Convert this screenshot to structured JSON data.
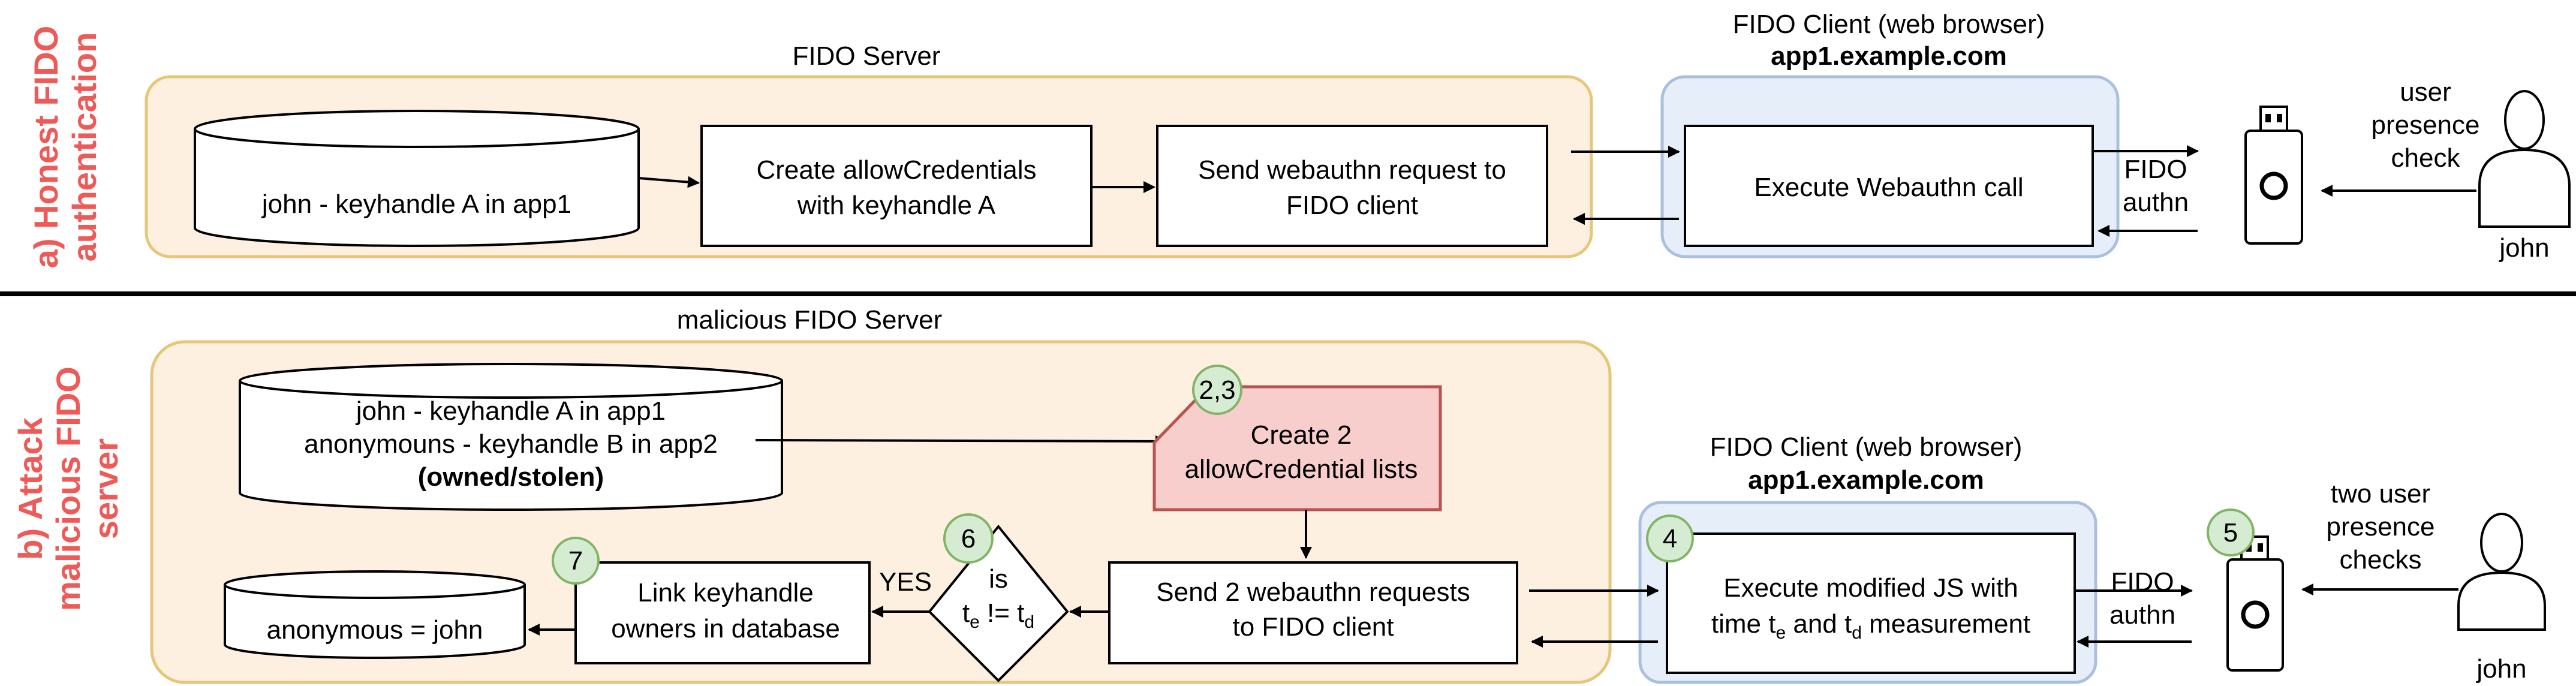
{
  "section_a": {
    "side_label_line1": "a) Honest FIDO",
    "side_label_line2": "authentication",
    "server_title": "FIDO Server",
    "client_title": "FIDO Client (web browser)",
    "client_domain": "app1.example.com",
    "db_text": "john - keyhandle A in app1",
    "create_line1": "Create allowCredentials",
    "create_line2": "with keyhandle A",
    "send_line1": "Send webauthn request to",
    "send_line2": "FIDO client",
    "execute": "Execute Webauthn call",
    "fido_line1": "FIDO",
    "fido_line2": "authn",
    "user_presence_line1": "user",
    "user_presence_line2": "presence",
    "user_presence_line3": "check",
    "user_name": "john"
  },
  "section_b": {
    "side_label_line1": "b) Attack",
    "side_label_line2": "malicious FIDO",
    "side_label_line3": "server",
    "server_title": "malicious FIDO Server",
    "client_title": "FIDO Client (web browser)",
    "client_domain": "app1.example.com",
    "db1_line1": "john - keyhandle A in app1",
    "db1_line2": "anonymouns - keyhandle B in app2",
    "db1_line3": "(owned/stolen)",
    "create_line1": "Create 2",
    "create_line2": "allowCredential lists",
    "send_line1": "Send 2 webauthn requests",
    "send_line2": "to FIDO client",
    "decision_line1": "is",
    "yes_label": "YES",
    "link_line1": "Link keyhandle",
    "link_line2": "owners in database",
    "db2_text": "anonymous = john",
    "execute_line1": "Execute modified JS with",
    "fido_line1": "FIDO",
    "fido_line2": "authn",
    "two_user_line1": "two user",
    "two_user_line2": "presence",
    "two_user_line3": "checks",
    "user_name": "john",
    "steps": {
      "s23": "2,3",
      "s4": "4",
      "s5": "5",
      "s6": "6",
      "s7": "7"
    }
  },
  "colors": {
    "server_fill": "#fdf0e1",
    "client_fill": "#e6eef9",
    "highlight_fill": "#f8cecc",
    "highlight_stroke": "#b85450",
    "step_fill": "#d6ecd2",
    "side_label": "#ee5a57"
  }
}
